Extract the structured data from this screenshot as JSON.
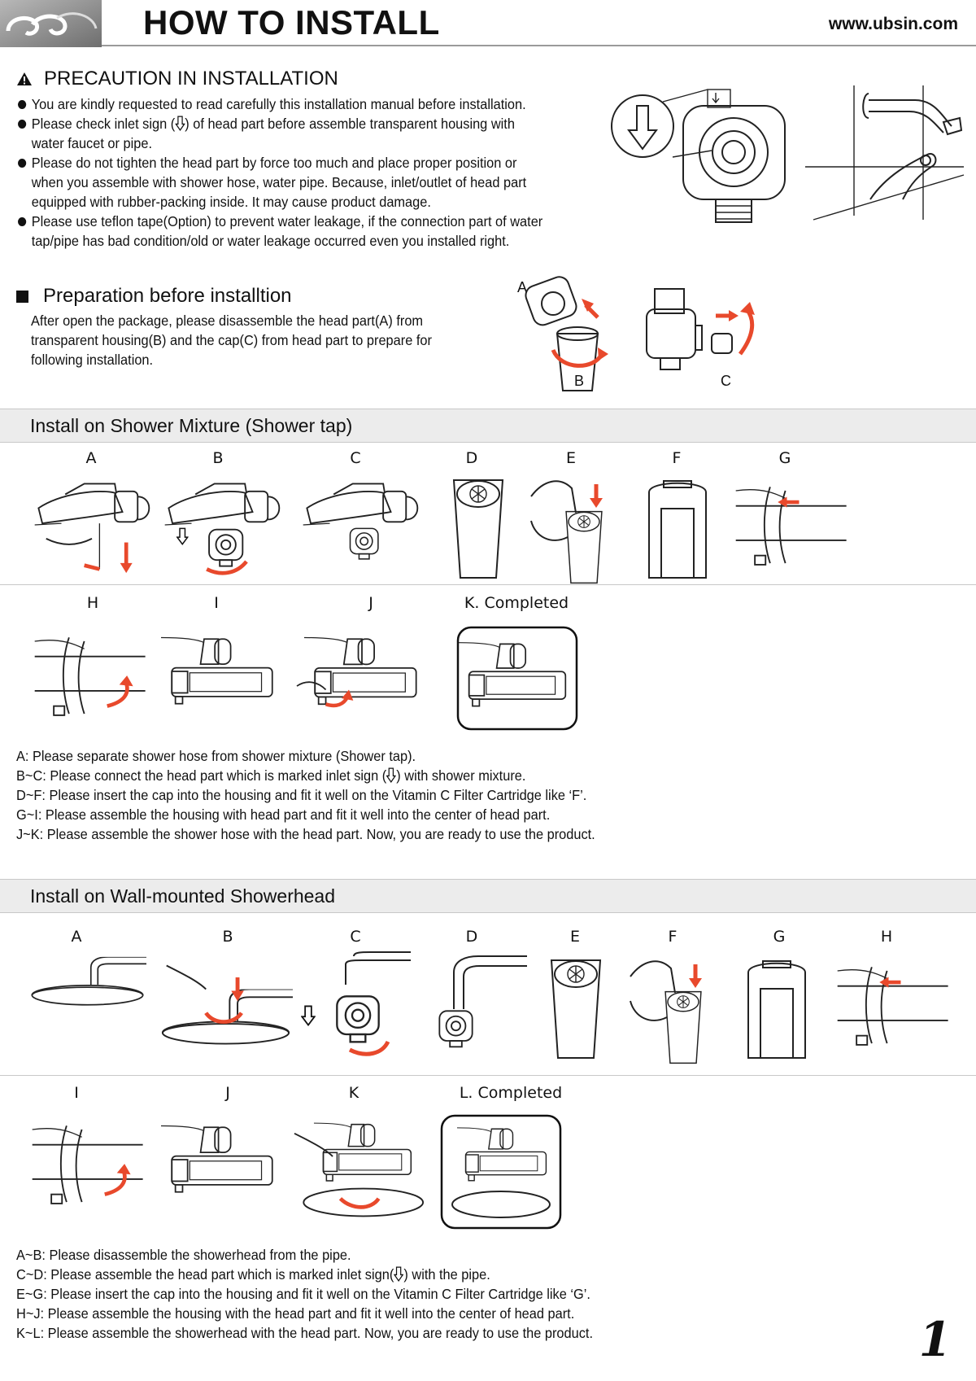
{
  "header": {
    "title": "HOW TO INSTALL",
    "website": "www.ubsin.com"
  },
  "precaution": {
    "title": "PRECAUTION IN INSTALLATION",
    "bullets": [
      {
        "text": "You are kindly requested to read carefully this installation manual before installation."
      },
      {
        "before": "Please check inlet sign (",
        "after": ") of head part before assemble transparent housing with water faucet or pipe."
      },
      {
        "text": "Please do not tighten the head part by force too much and place proper position or when you assemble with shower hose, water pipe. Because, inlet/outlet of head part equipped with rubber-packing inside. It may cause product damage."
      },
      {
        "text": "Please use teflon tape(Option) to prevent water leakage, if the connection part of water tap/pipe has bad condition/old or water leakage occurred even you installed right."
      }
    ]
  },
  "preparation": {
    "title": "Preparation before installtion",
    "text": "After open the package, please disassemble the head part(A) from transparent housing(B) and the cap(C) from head part to prepare for following installation.",
    "labels": {
      "a": "A",
      "b": "B",
      "c": "C"
    }
  },
  "shower_mixture": {
    "title": "Install on Shower Mixture (Shower tap)",
    "row1_labels": [
      "A",
      "B",
      "C",
      "D",
      "E",
      "F",
      "G"
    ],
    "row2_labels": [
      "H",
      "I",
      "J"
    ],
    "completed_label": "K. Completed",
    "steps": [
      {
        "text": "A: Please separate shower hose from shower mixture (Shower tap)."
      },
      {
        "before": "B~C: Please connect the head part which is marked inlet sign (",
        "after": ") with shower mixture."
      },
      {
        "text": "D~F: Please insert the cap into the housing and fit it well on the Vitamin C Filter Cartridge like ‘F’."
      },
      {
        "text": "G~I: Please assemble the housing with head part and fit it well into the center of head part."
      },
      {
        "text": "J~K: Please assemble the shower hose with the head part. Now, you are ready to use the product."
      }
    ]
  },
  "wall_showerhead": {
    "title": "Install on Wall-mounted Showerhead",
    "row1_labels": [
      "A",
      "B",
      "C",
      "D",
      "E",
      "F",
      "G",
      "H"
    ],
    "row2_labels": [
      "I",
      "J",
      "K"
    ],
    "completed_label": "L. Completed",
    "steps": [
      {
        "text": "A~B: Please disassemble the showerhead from the pipe."
      },
      {
        "before": "C~D: Please assemble the head part which is marked inlet sign(",
        "after": ") with the pipe."
      },
      {
        "text": "E~G: Please insert the cap into the housing and fit it well on the Vitamin C Filter Cartridge like ‘G’."
      },
      {
        "text": "H~J: Please assemble the housing with the head part and fit it well into the center of head part."
      },
      {
        "text": "K~L: Please assemble the showerhead with the head part. Now, you are ready to use the product."
      }
    ]
  },
  "page_number": "1",
  "colors": {
    "accent_red": "#e8492c",
    "band_gray": "#ececec",
    "rule_gray": "#9a9a9a"
  }
}
